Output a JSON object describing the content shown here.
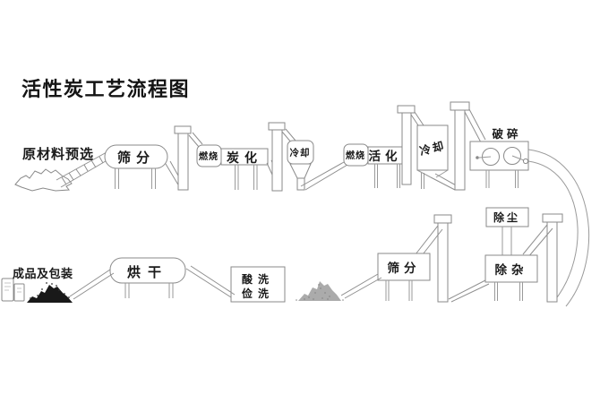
{
  "title": "活性炭工艺流程图",
  "labels": {
    "raw_material": "原材料预选",
    "finished_goods": "成品及包装",
    "crushing": "破碎"
  },
  "top_line": {
    "sieving": "筛分",
    "burning_1": "燃烧",
    "carbonizing": "炭化",
    "cooling_1": "冷却",
    "burning_2": "燃烧",
    "activating": "活化",
    "cooling_2": "冷却"
  },
  "bottom_line": {
    "dust_removal": "除尘",
    "impurity_removal": "除杂",
    "sieving": "筛分",
    "acid_washing": "酸洗",
    "second_washing": "俭洗",
    "drying": "烘干"
  },
  "colors": {
    "background": "#ffffff",
    "line": "#8a8a8a",
    "text": "#1a1a1a",
    "gray_pile": "#ababab",
    "black_pile": "#191919"
  }
}
